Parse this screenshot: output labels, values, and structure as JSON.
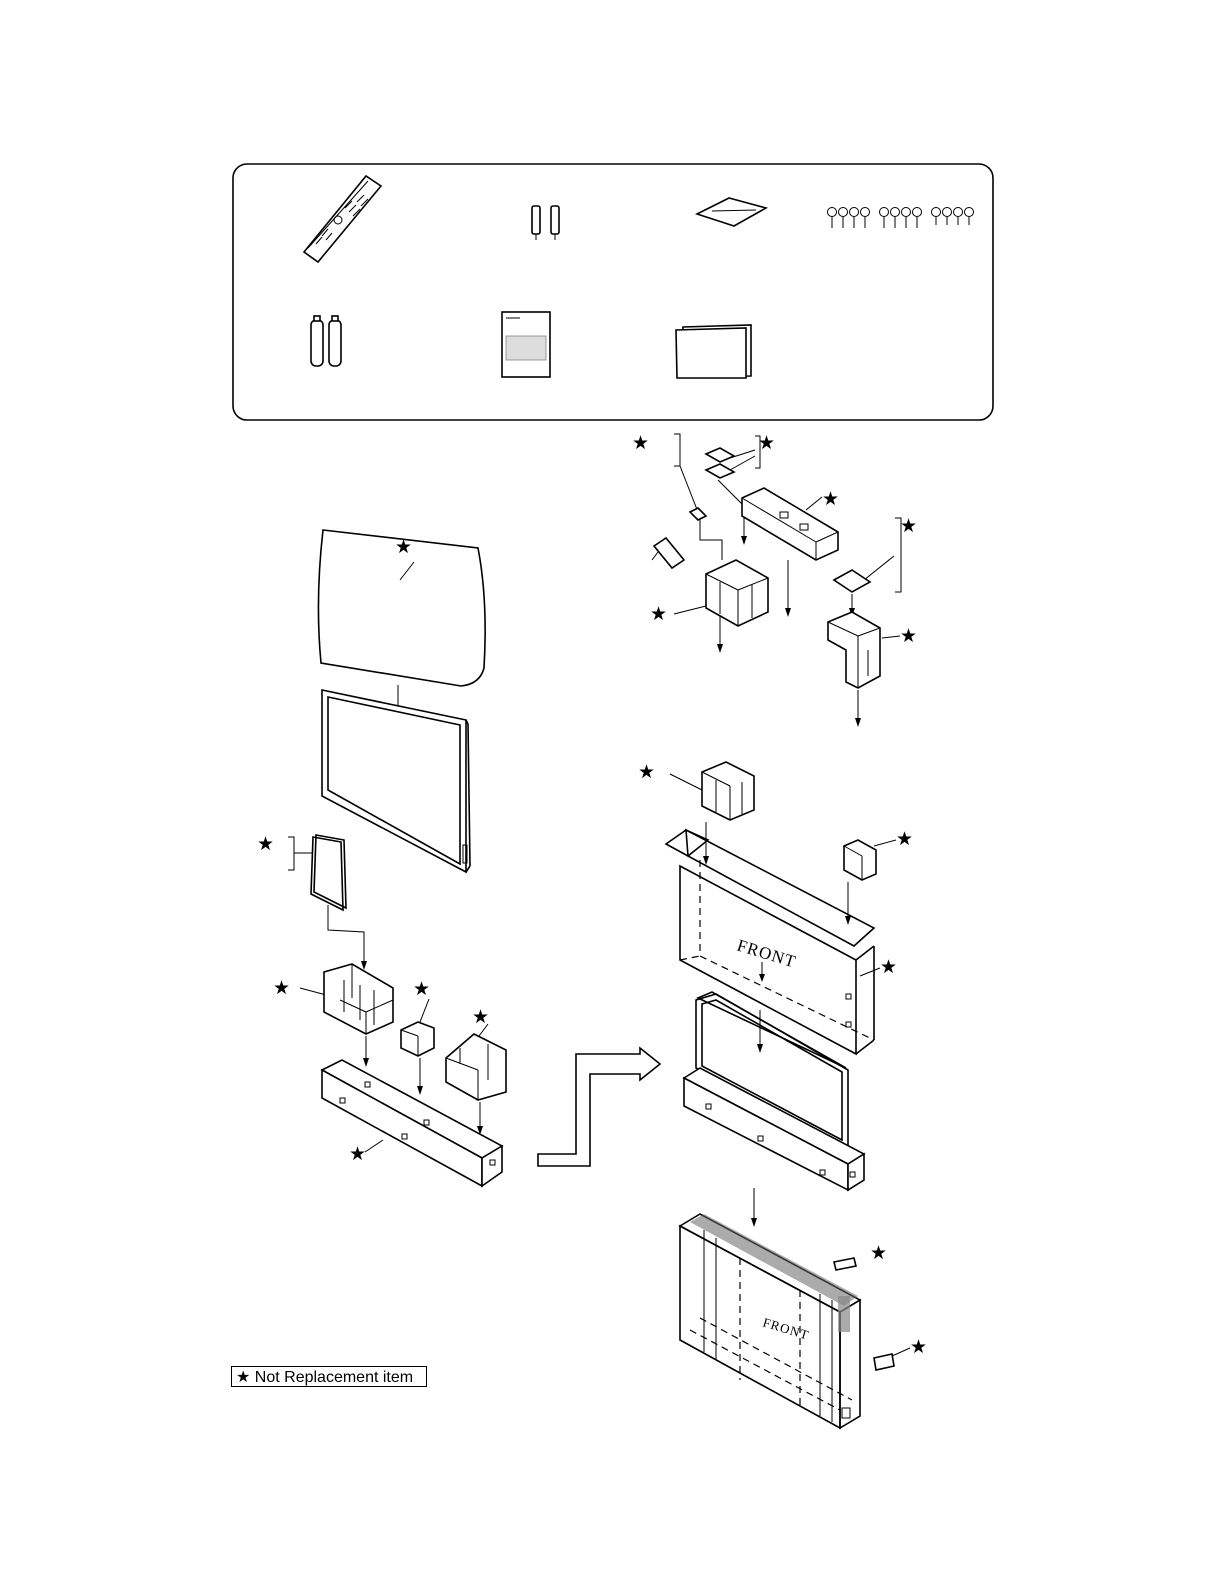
{
  "legend": {
    "star": "★",
    "text": "Not Replacement item"
  },
  "labels": {
    "front_top": "FRONT",
    "front_bottom": "FRONT"
  },
  "colors": {
    "ink": "#000000",
    "paper": "#ffffff"
  }
}
